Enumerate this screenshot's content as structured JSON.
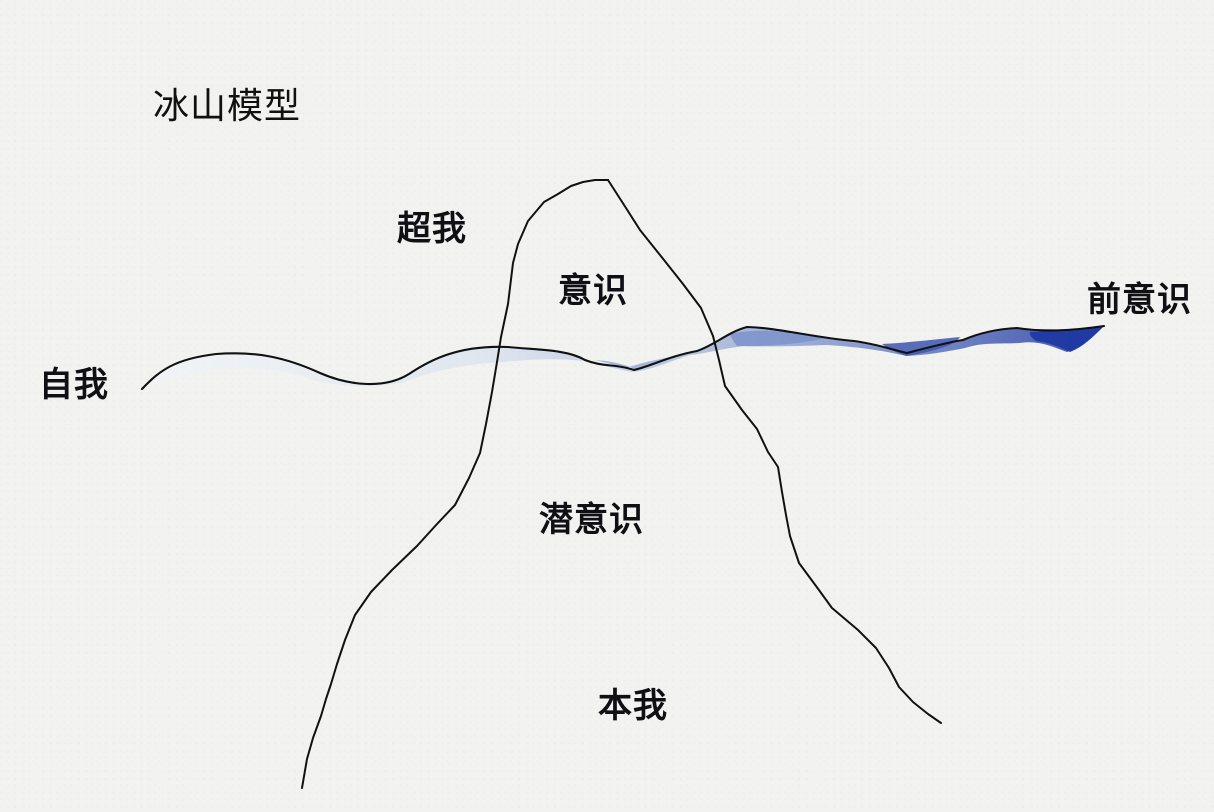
{
  "title": "冰山模型",
  "labels": {
    "superego": "超我",
    "conscious": "意识",
    "preconscious": "前意识",
    "ego": "自我",
    "subconscious": "潜意识",
    "id": "本我"
  },
  "colors": {
    "background": "#f2f2f0",
    "outline": "#111111",
    "water_light": "#d7e1ef",
    "water_mid": "#8ea3d2",
    "water_dark": "#1f38a3"
  }
}
